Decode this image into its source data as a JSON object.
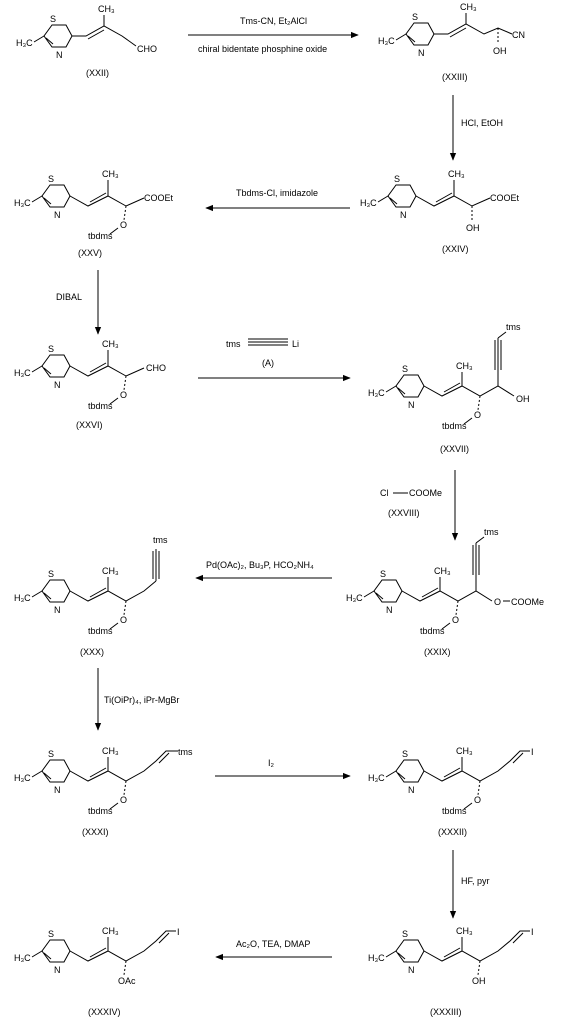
{
  "compounds": [
    {
      "id": "xxii",
      "caption": "(XXII)",
      "labels": [
        "S",
        "N",
        "H₃C",
        "CH₃",
        "CHO"
      ]
    },
    {
      "id": "xxiii",
      "caption": "(XXIII)",
      "labels": [
        "S",
        "N",
        "H₃C",
        "CH₃",
        "CN",
        "OH"
      ]
    },
    {
      "id": "xxiv",
      "caption": "(XXIV)",
      "labels": [
        "S",
        "N",
        "H₃C",
        "CH₃",
        "COOEt",
        "OH"
      ]
    },
    {
      "id": "xxv",
      "caption": "(XXV)",
      "labels": [
        "S",
        "N",
        "H₃C",
        "CH₃",
        "COOEt",
        "tbdms",
        "O"
      ]
    },
    {
      "id": "xxvi",
      "caption": "(XXVI)",
      "labels": [
        "S",
        "N",
        "H₃C",
        "CH₃",
        "CHO",
        "tbdms",
        "O"
      ]
    },
    {
      "id": "xxvii",
      "caption": "(XXVII)",
      "labels": [
        "S",
        "N",
        "H₃C",
        "CH₃",
        "OH",
        "tbdms",
        "O",
        "tms"
      ]
    },
    {
      "id": "xxix",
      "caption": "(XXIX)",
      "labels": [
        "S",
        "N",
        "H₃C",
        "CH₃",
        "O",
        "COOMe",
        "tbdms",
        "O",
        "tms"
      ]
    },
    {
      "id": "xxx",
      "caption": "(XXX)",
      "labels": [
        "S",
        "N",
        "H₃C",
        "CH₃",
        "tbdms",
        "O",
        "tms"
      ]
    },
    {
      "id": "xxxi",
      "caption": "(XXXI)",
      "labels": [
        "S",
        "N",
        "H₃C",
        "CH₃",
        "tms",
        "tbdms",
        "O"
      ]
    },
    {
      "id": "xxxii",
      "caption": "(XXXII)",
      "labels": [
        "S",
        "N",
        "H₃C",
        "CH₃",
        "I",
        "tbdms",
        "O"
      ]
    },
    {
      "id": "xxxiii",
      "caption": "(XXXIII)",
      "labels": [
        "S",
        "N",
        "H₃C",
        "CH₃",
        "I",
        "OH"
      ]
    },
    {
      "id": "xxxiv",
      "caption": "(XXXIV)",
      "labels": [
        "S",
        "N",
        "H₃C",
        "CH₃",
        "I",
        "OAc"
      ]
    }
  ],
  "reagents": {
    "r1_line1": "Tms-CN, Et₂AlCl",
    "r1_line2": "chiral bidentate phosphine oxide",
    "r2": "HCl, EtOH",
    "r3": "Tbdms-Cl,  imidazole",
    "r4": "DIBAL",
    "r5_tms": "tms",
    "r5_li": "Li",
    "r5_label": "(A)",
    "r6_cl": "Cl",
    "r6_coome": "COOMe",
    "r6_label": "(XXVIII)",
    "r7": "Pd(OAc)₂, Bu₃P, HCO₂NH₄",
    "r8": "Ti(OiPr)₄, iPr-MgBr",
    "r9": "I₂",
    "r10": "HF, pyr",
    "r11": "Ac₂O, TEA, DMAP"
  }
}
